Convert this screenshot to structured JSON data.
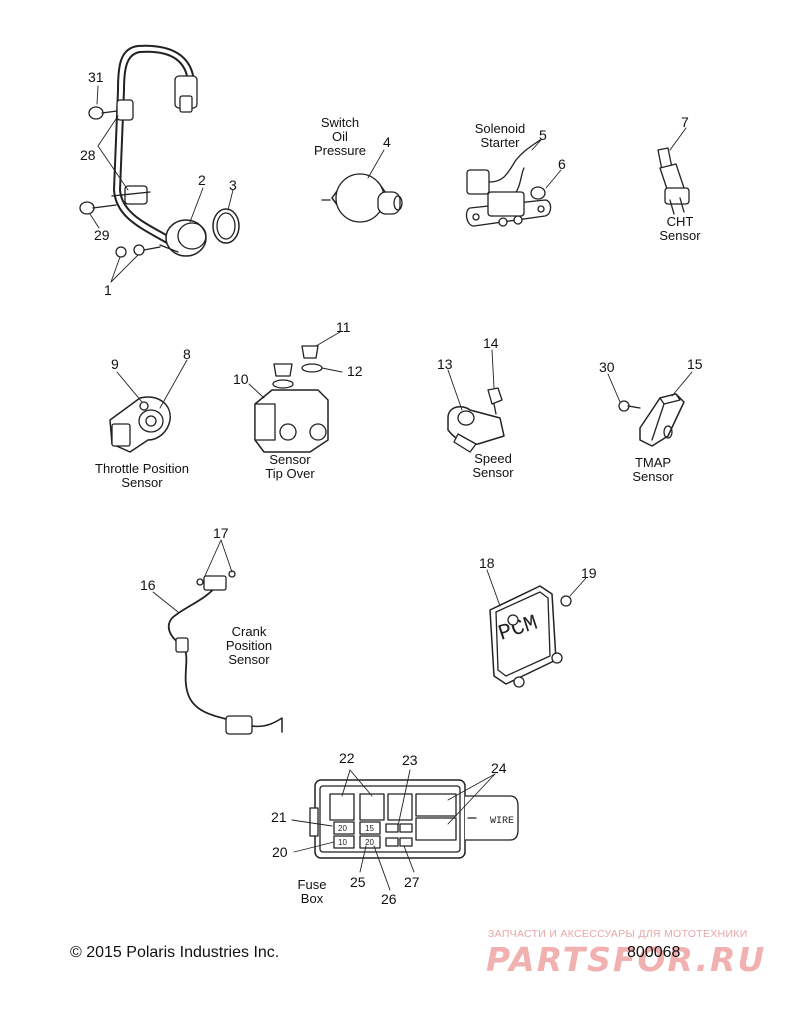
{
  "parts": {
    "n1": "1",
    "n2": "2",
    "n3": "3",
    "n4": "4",
    "n5": "5",
    "n6": "6",
    "n7": "7",
    "n8": "8",
    "n9": "9",
    "n10": "10",
    "n11": "11",
    "n12": "12",
    "n13": "13",
    "n14": "14",
    "n15": "15",
    "n16": "16",
    "n17": "17",
    "n18": "18",
    "n19": "19",
    "n20": "20",
    "n21": "21",
    "n22": "22",
    "n23": "23",
    "n24": "24",
    "n25": "25",
    "n26": "26",
    "n27": "27",
    "n28": "28",
    "n29": "29",
    "n30": "30",
    "n31": "31"
  },
  "labels": {
    "oil_pressure": "Switch\nOil\nPressure",
    "solenoid": "Solenoid\nStarter",
    "cht": "CHT\nSensor",
    "throttle": "Throttle Position\nSensor",
    "tip_over": "Sensor\nTip Over",
    "speed": "Speed\nSensor",
    "tmap": "TMAP\nSensor",
    "crank": "Crank\nPosition\nSensor",
    "fuse_box": "Fuse\nBox",
    "pcm_text": "PCM",
    "wire_text": "WIRE",
    "fuse_20": "20",
    "fuse_15": "15",
    "fuse_10": "10",
    "fuse_20b": "20"
  },
  "footer": {
    "copyright": "© 2015 Polaris Industries Inc.",
    "part_number": "800068"
  },
  "watermark": {
    "tagline": "ЗАПЧАСТИ И АКСЕССУАРЫ ДЛЯ МОТОТЕХНИКИ",
    "logo": "PARTSFOR.RU",
    "color": "#e05252"
  }
}
